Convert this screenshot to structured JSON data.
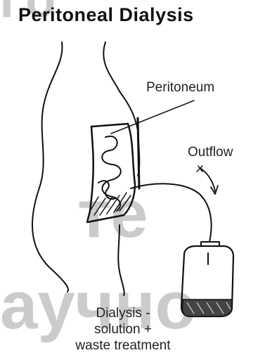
{
  "figure": {
    "title": "Peritoneal Dialysis",
    "labels": {
      "peritoneum": "Peritoneum",
      "outflow": "Outflow"
    },
    "caption": {
      "line1": "Dialysis -",
      "line2": "solution +",
      "line3": "waste treatment"
    }
  },
  "watermark": {
    "top": "Го",
    "middle": "те",
    "bottom": "аучно-"
  },
  "colors": {
    "ink": "#111111",
    "watermark": "#8c8c8c",
    "background": "#ffffff"
  }
}
